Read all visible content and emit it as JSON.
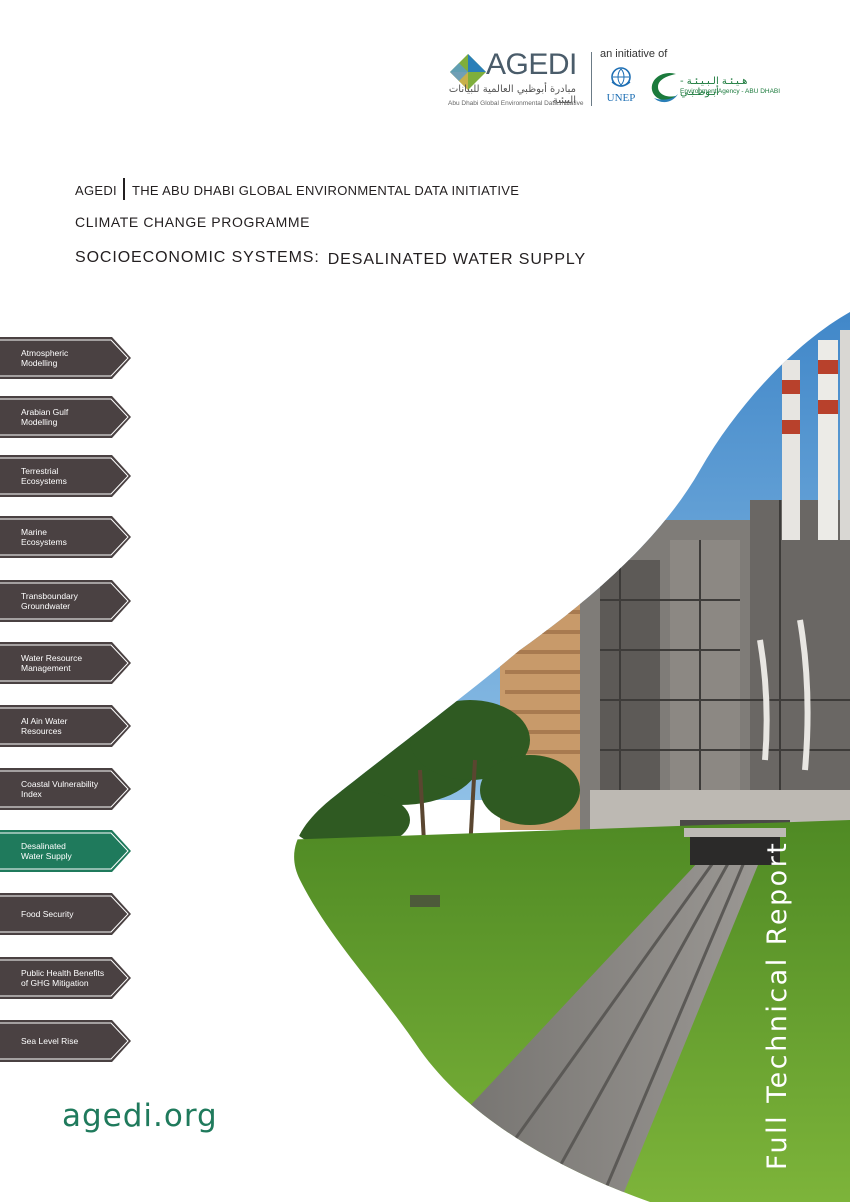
{
  "header": {
    "agedi_wordmark": "AGEDI",
    "agedi_arabic": "مبادرة أبوظبي العالمية للبيانات البيئية",
    "agedi_tagline": "Abu Dhabi Global Environmental Data Initiative",
    "initiative_label": "an initiative of",
    "unep_label": "UNEP",
    "ead_arabic": "هـيـئـة الـبـيـئـة - أبـوظـبـي",
    "ead_english": "Environment Agency - ABU DHABI"
  },
  "title": {
    "org": "AGEDI",
    "org_full": "THE ABU DHABI GLOBAL ENVIRONMENTAL DATA INITIATIVE",
    "programme": "CLIMATE CHANGE PROGRAMME",
    "system": "SOCIOECONOMIC SYSTEMS:",
    "subject": "DESALINATED WATER SUPPLY"
  },
  "nav": {
    "items": [
      {
        "label": "Atmospheric\nModelling",
        "active": false
      },
      {
        "label": "Arabian Gulf\nModelling",
        "active": false
      },
      {
        "label": "Terrestrial\nEcosystems",
        "active": false
      },
      {
        "label": "Marine\nEcosystems",
        "active": false
      },
      {
        "label": "Transboundary\nGroundwater",
        "active": false
      },
      {
        "label": "Water Resource\nManagement",
        "active": false
      },
      {
        "label": "Al Ain Water\nResources",
        "active": false
      },
      {
        "label": "Coastal Vulnerability\nIndex",
        "active": false
      },
      {
        "label": "Desalinated\nWater Supply",
        "active": true
      },
      {
        "label": "Food Security",
        "active": false
      },
      {
        "label": "Public Health Benefits\nof GHG Mitigation",
        "active": false
      },
      {
        "label": "Sea Level Rise",
        "active": false
      }
    ]
  },
  "footer": {
    "site": "agedi.org",
    "report_type": "Full Technical Report"
  },
  "colors": {
    "nav_fill": "#4a4142",
    "nav_active_fill": "#1f7a5c",
    "accent_green": "#1f7a5c",
    "grass": "#6fa02e",
    "sky": "#4f93cf"
  }
}
